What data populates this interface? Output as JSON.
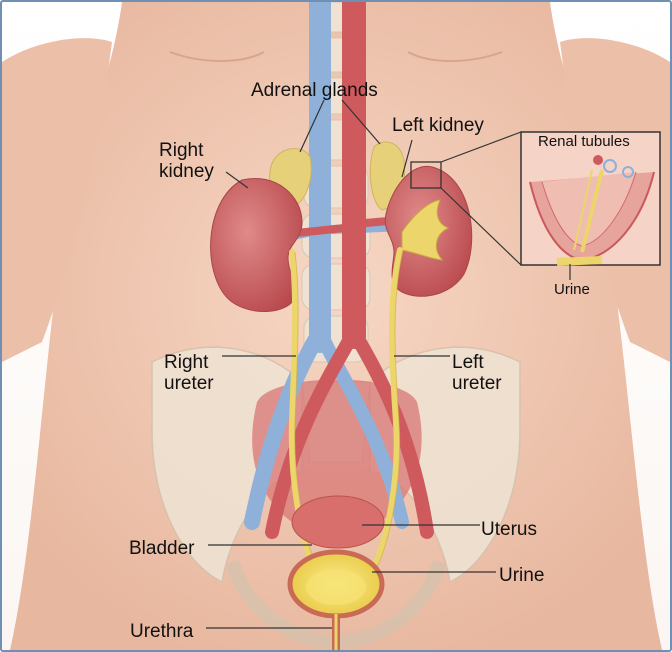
{
  "labels": {
    "adrenal_glands": "Adrenal glands",
    "right_kidney": [
      "Right",
      "kidney"
    ],
    "left_kidney": "Left kidney",
    "renal_tubules": "Renal tubules",
    "urine_inset": "Urine",
    "right_ureter": [
      "Right",
      "ureter"
    ],
    "left_ureter": [
      "Left",
      "ureter"
    ],
    "uterus": "Uterus",
    "bladder": "Bladder",
    "urine": "Urine",
    "urethra": "Urethra"
  },
  "colors": {
    "skin": "#f2cbb4",
    "kidney": "#c9595c",
    "adrenal": "#e6d07a",
    "ureter": "#ecd56a",
    "vein": "#8fb0d8",
    "artery": "#cf5a5e",
    "bone": "#efe2d2",
    "urine": "#f3d84a",
    "frame": "#6f8fb5"
  }
}
